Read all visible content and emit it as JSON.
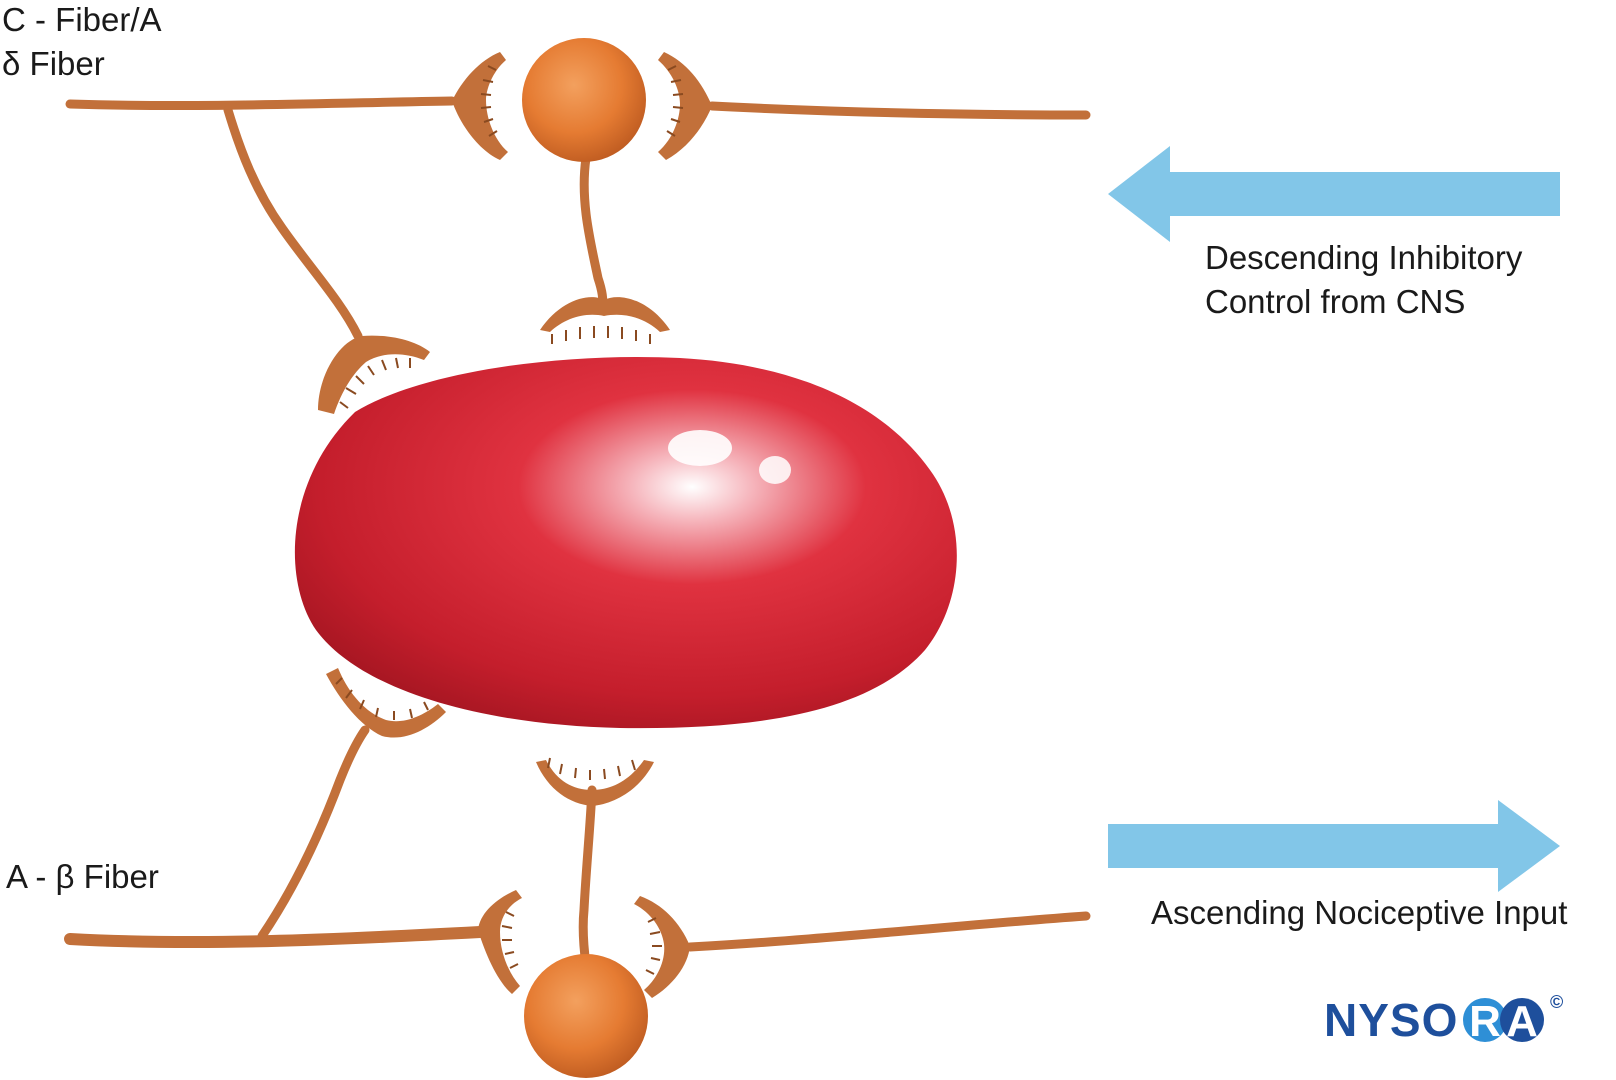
{
  "labels": {
    "c_fiber_line1": "C - Fiber/A",
    "c_fiber_line2": "δ Fiber",
    "ab_fiber": "A - β Fiber",
    "descending_line1": "Descending Inhibitory",
    "descending_line2": "Control from CNS",
    "ascending": "Ascending Nociceptive Input"
  },
  "logo": {
    "text": "NYSORA",
    "copyright": "©"
  },
  "colors": {
    "nerve_fiber": "#c2703a",
    "neuron_body": "#e07a30",
    "projection_cell": "#c81e2a",
    "arrow": "#82c6e8",
    "logo_blue": "#1e4f9c",
    "logo_circle": "#2e8fd6"
  }
}
